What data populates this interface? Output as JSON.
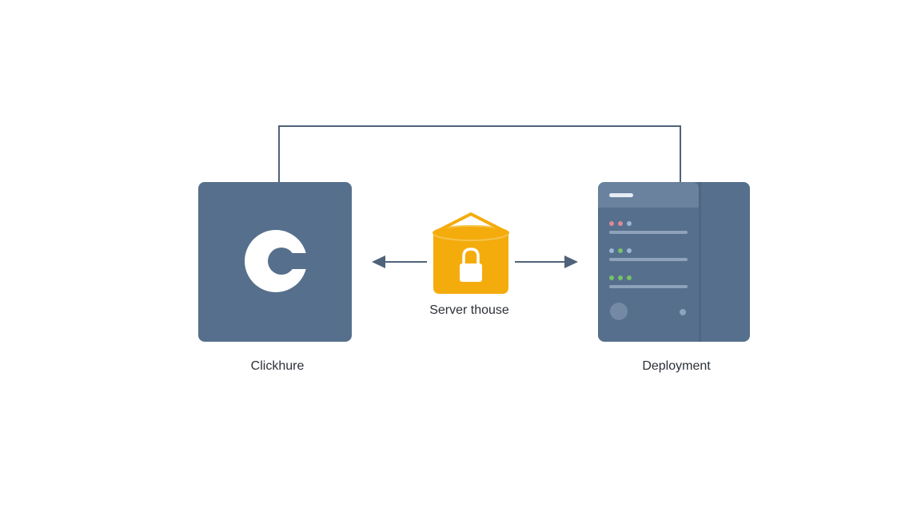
{
  "nodes": {
    "left": {
      "label": "Clickhure",
      "icon": "c-logo-icon"
    },
    "center": {
      "label": "Server thouse",
      "icon": "lock-icon"
    },
    "right": {
      "label": "Deployment",
      "icon": "dashboard-panel-icon"
    }
  },
  "colors": {
    "node_fill": "#566f8c",
    "panel_fill": "#5f7895",
    "connector": "#4f6279",
    "bucket_fill": "#f4ac0c",
    "bucket_outline": "#f6c24a",
    "text": "#2b3138",
    "dot_red": "#d98a9a",
    "dot_blue": "#9cb6d3",
    "dot_green": "#76c16b"
  }
}
